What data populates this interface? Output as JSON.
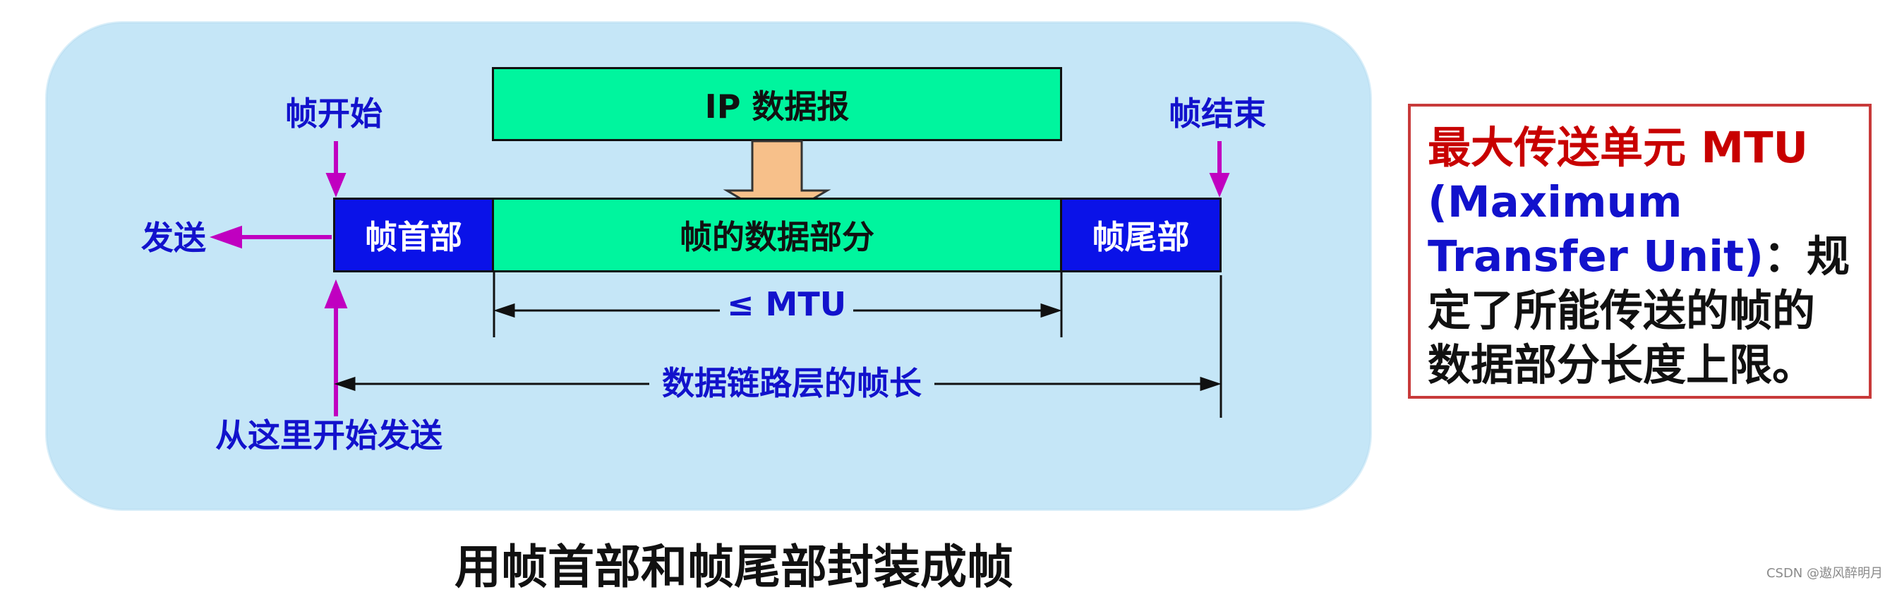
{
  "diagram": {
    "ip_datagram": "IP 数据报",
    "frame_header": "帧首部",
    "frame_data": "帧的数据部分",
    "frame_trailer": "帧尾部",
    "frame_start": "帧开始",
    "frame_end": "帧结束",
    "send": "发送",
    "send_from_here": "从这里开始发送",
    "mtu_bound": "≤ MTU",
    "frame_length": "数据链路层的帧长",
    "caption": "用帧首部和帧尾部封装成帧"
  },
  "mtu_note": {
    "term": "最大传送单元 MTU",
    "english": "(Maximum Transfer Unit)",
    "colon": "：",
    "definition": "规定了所能传送的帧的数据部分长度上限。"
  },
  "watermark": "CSDN @遨风醉明月",
  "colors": {
    "panel": "#c5e6f7",
    "green_box": "#00f59e",
    "blue_box": "#0a12e8",
    "label_blue": "#1212cc",
    "arrow_magenta": "#c000c0",
    "down_arrow": "#f7c08a",
    "note_border": "#c83a3a",
    "note_red": "#c80000"
  }
}
